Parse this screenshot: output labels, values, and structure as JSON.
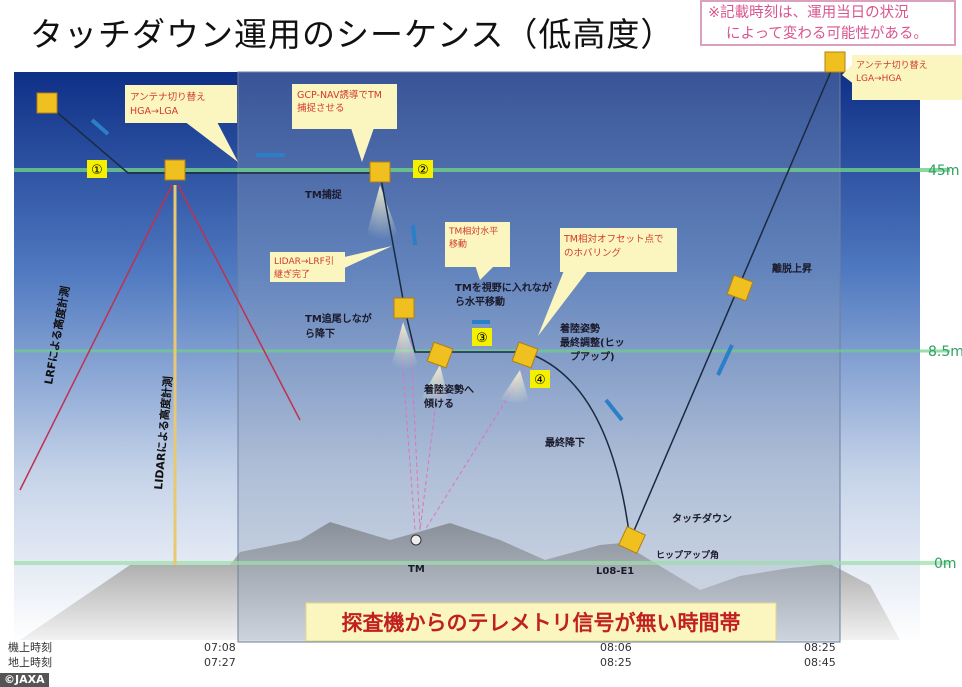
{
  "title": "タッチダウン運用のシーケンス（低高度）",
  "note": [
    "※記載時刻は、運用当日の状況",
    "によって変わる可能性がある。"
  ],
  "altitudes": [
    "45m",
    "8.5m",
    "0m"
  ],
  "step_markers": [
    "①",
    "②",
    "③",
    "④"
  ],
  "callouts": {
    "antenna_hga_lga": [
      "アンテナ切り替え",
      "HGA→LGA"
    ],
    "gcp_nav": [
      "GCP-NAV誘導でTM",
      "捕捉させる"
    ],
    "lidar_lrf": [
      "LIDAR→LRF引",
      "継ぎ完了"
    ],
    "tm_horizontal": [
      "TM相対水平",
      "移動"
    ],
    "tm_offset": [
      "TM相対オフセット点で",
      "のホバリング"
    ],
    "antenna_lga_hga": [
      "アンテナ切り替え",
      "LGA→HGA"
    ]
  },
  "labels": {
    "tm_capture": "TM捕捉",
    "tm_follow": [
      "TM追尾しなが",
      "ら降下"
    ],
    "tm_view_move": [
      "TMを視野に入れなが",
      "ら水平移動"
    ],
    "tilt": [
      "着陸姿勢へ",
      "傾ける"
    ],
    "final_adjust": [
      "着陸姿勢",
      "最終調整(ヒッ",
      "プアップ)"
    ],
    "final_descent": "最終降下",
    "touchdown": "タッチダウン",
    "ascent": "離脱上昇",
    "pitch_up_angle": "ヒップアップ角",
    "tm": "TM",
    "site": "L08-E1",
    "lrf": "LRFによる高度計測",
    "lidar": "LIDARによる高度計測"
  },
  "banner": "探査機からのテレメトリ信号が無い時間帯",
  "timeline": {
    "onboard_label": "機上時刻",
    "ground_label": "地上時刻",
    "onboard_times": [
      "07:08",
      "08:06",
      "08:25"
    ],
    "ground_times": [
      "07:27",
      "08:25",
      "08:45"
    ]
  },
  "credit": "©JAXA",
  "colors": {
    "callout_text": "#d23a2a",
    "altitude_line": "#6fd08a",
    "arrow": "#2a7fc8",
    "spacecraft": "#f0c020",
    "marker_bg": "#f4f000"
  }
}
